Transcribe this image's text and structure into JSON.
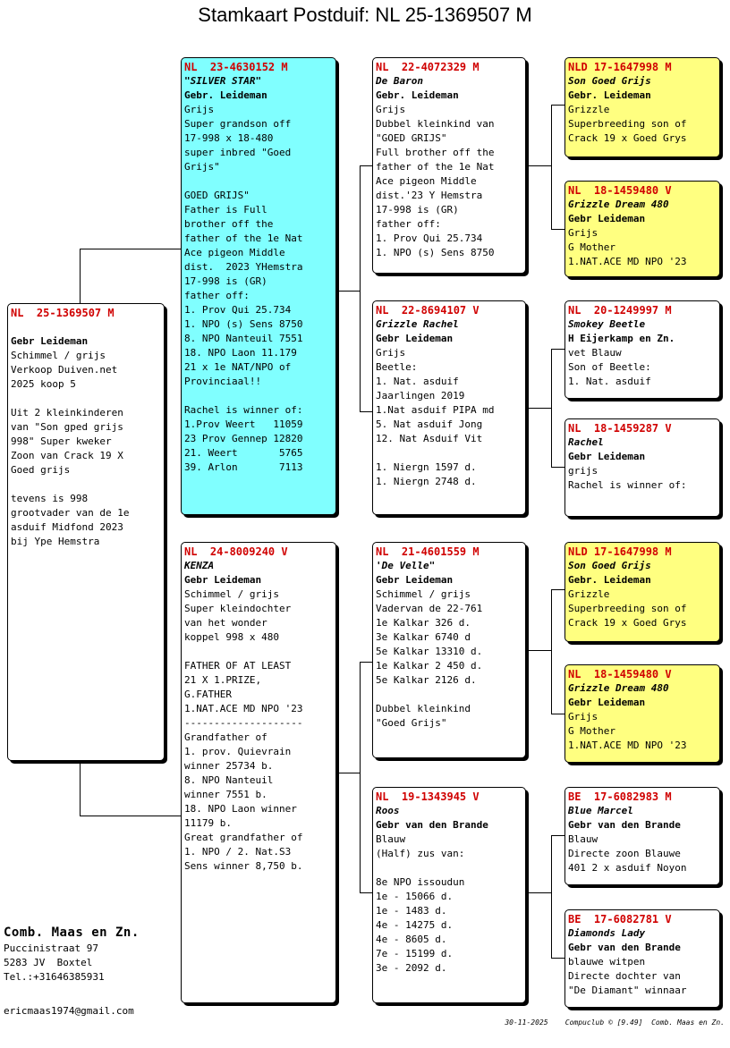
{
  "title": "Stamkaart Postduif: NL  25-1369507 M",
  "pigeons": {
    "subject": [
      "NL  25-1369507 M",
      "",
      "Gebr Leideman",
      "Schimmel / grijs",
      "Verkoop Duiven.net",
      "2025 koop 5",
      "",
      "Uit 2 kleinkinderen",
      "van \"Son gped grijs",
      "998\" Super kweker",
      "Zoon van Crack 19 X",
      "Goed grijs",
      "",
      "tevens is 998",
      "grootvader van de 1e",
      "asduif Midfond 2023",
      "bij Ype Hemstra"
    ],
    "father": [
      "NL  23-4630152 M",
      "\"SILVER STAR\"",
      "Gebr. Leideman",
      "Grijs",
      "Super grandson off",
      "17-998 x 18-480",
      "super inbred \"Goed",
      "Grijs\"",
      "",
      "GOED GRIJS\"",
      "Father is Full",
      "brother off the",
      "father of the 1e Nat",
      "Ace pigeon Middle",
      "dist.  2023 YHemstra",
      "17-998 is (GR)",
      "father off:",
      "1. Prov Qui 25.734",
      "1. NPO (s) Sens 8750",
      "8. NPO Nanteuil 7551",
      "18. NPO Laon 11.179",
      "21 x 1e NAT/NPO of",
      "Provinciaal!!",
      "",
      "Rachel is winner of:",
      "1.Prov Weert   11059",
      "23 Prov Gennep 12820",
      "21. Weert       5765",
      "39. Arlon       7113"
    ],
    "mother": [
      "NL  24-8009240 V",
      "KENZA",
      "Gebr Leideman",
      "Schimmel / grijs",
      "Super kleindochter",
      "van het wonder",
      "koppel 998 x 480",
      "",
      "FATHER OF AT LEAST",
      "21 X 1.PRIZE,",
      "G.FATHER",
      "1.NAT.ACE MD NPO '23",
      "--------------------",
      "Grandfather of",
      "1. prov. Quievrain",
      "winner 25734 b.",
      "8. NPO Nanteuil",
      "winner 7551 b.",
      "18. NPO Laon winner",
      "11179 b.",
      "Great grandfather of",
      "1. NPO / 2. Nat.S3",
      "Sens winner 8,750 b."
    ],
    "ff": [
      "NL  22-4072329 M",
      "De Baron",
      "Gebr. Leideman",
      "Grijs",
      "Dubbel kleinkind van",
      "\"GOED GRIJS\"",
      "Full brother off the",
      "father of the 1e Nat",
      "Ace pigeon Middle",
      "dist.'23 Y Hemstra",
      "17-998 is (GR)",
      "father off:",
      "1. Prov Qui 25.734",
      "1. NPO (s) Sens 8750"
    ],
    "fm": [
      "NL  22-8694107 V",
      "Grizzle Rachel",
      "Gebr Leideman",
      "Grijs",
      "Beetle:",
      "1. Nat. asduif",
      "Jaarlingen 2019",
      "1.Nat asduif PIPA md",
      "5. Nat asduif Jong",
      "12. Nat Asduif Vit",
      "",
      "1. Niergn 1597 d.",
      "1. Niergn 2748 d."
    ],
    "mf": [
      "NL  21-4601559 M",
      "'De Velle\"",
      "Gebr Leideman",
      "Schimmel / grijs",
      "Vadervan de 22-761",
      "1e Kalkar 326 d.",
      "3e Kalkar 6740 d",
      "5e Kalkar 13310 d.",
      "1e Kalkar 2 450 d.",
      "5e Kalkar 2126 d.",
      "",
      "Dubbel kleinkind",
      "\"Goed Grijs\""
    ],
    "mm": [
      "NL  19-1343945 V",
      "Roos",
      "Gebr van den Brande",
      "Blauw",
      "(Half) zus van:",
      "",
      "8e NPO issoudun",
      "1e - 15066 d.",
      "1e - 1483 d.",
      "4e - 14275 d.",
      "4e - 8605 d.",
      "7e - 15199 d.",
      "3e - 2092 d."
    ],
    "fff": [
      "NLD 17-1647998 M",
      "Son Goed Grijs",
      "Gebr. Leideman",
      "Grizzle",
      "Superbreeding son of",
      "Crack 19 x Goed Grys"
    ],
    "ffm": [
      "NL  18-1459480 V",
      "Grizzle Dream 480",
      "Gebr Leideman",
      "Grijs",
      "G Mother",
      "1.NAT.ACE MD NPO '23"
    ],
    "fmf": [
      "NL  20-1249997 M",
      "Smokey Beetle",
      "H Eijerkamp en Zn.",
      "vet Blauw",
      "Son of Beetle:",
      "1. Nat. asduif"
    ],
    "fmm": [
      "NL  18-1459287 V",
      "Rachel",
      "Gebr Leideman",
      "grijs",
      "Rachel is winner of:"
    ],
    "mff": [
      "NLD 17-1647998 M",
      "Son Goed Grijs",
      "Gebr. Leideman",
      "Grizzle",
      "Superbreeding son of",
      "Crack 19 x Goed Grys"
    ],
    "mfm": [
      "NL  18-1459480 V",
      "Grizzle Dream 480",
      "Gebr Leideman",
      "Grijs",
      "G Mother",
      "1.NAT.ACE MD NPO '23"
    ],
    "mmf": [
      "BE  17-6082983 M",
      "Blue Marcel",
      "Gebr van den Brande",
      "Blauw",
      "Directe zoon Blauwe",
      "401 2 x asduif Noyon"
    ],
    "mmm": [
      "BE  17-6082781 V",
      "Diamonds Lady",
      "Gebr van den Brande",
      "blauwe witpen",
      "Directe dochter van",
      "\"De Diamant\" winnaar"
    ]
  },
  "breeder": {
    "name": "Comb. Maas en Zn.",
    "street": "Puccinistraat 97",
    "city": "5283 JV  Boxtel",
    "phone": "Tel.:+31646385931",
    "email": "ericmaas1974@gmail.com"
  },
  "footer": "30-11-2025    Compuclub © [9.49]  Comb. Maas en Zn.",
  "colors": {
    "ring": "#d00000",
    "father_box": "#80ffff",
    "highlight_box": "#ffff80"
  }
}
